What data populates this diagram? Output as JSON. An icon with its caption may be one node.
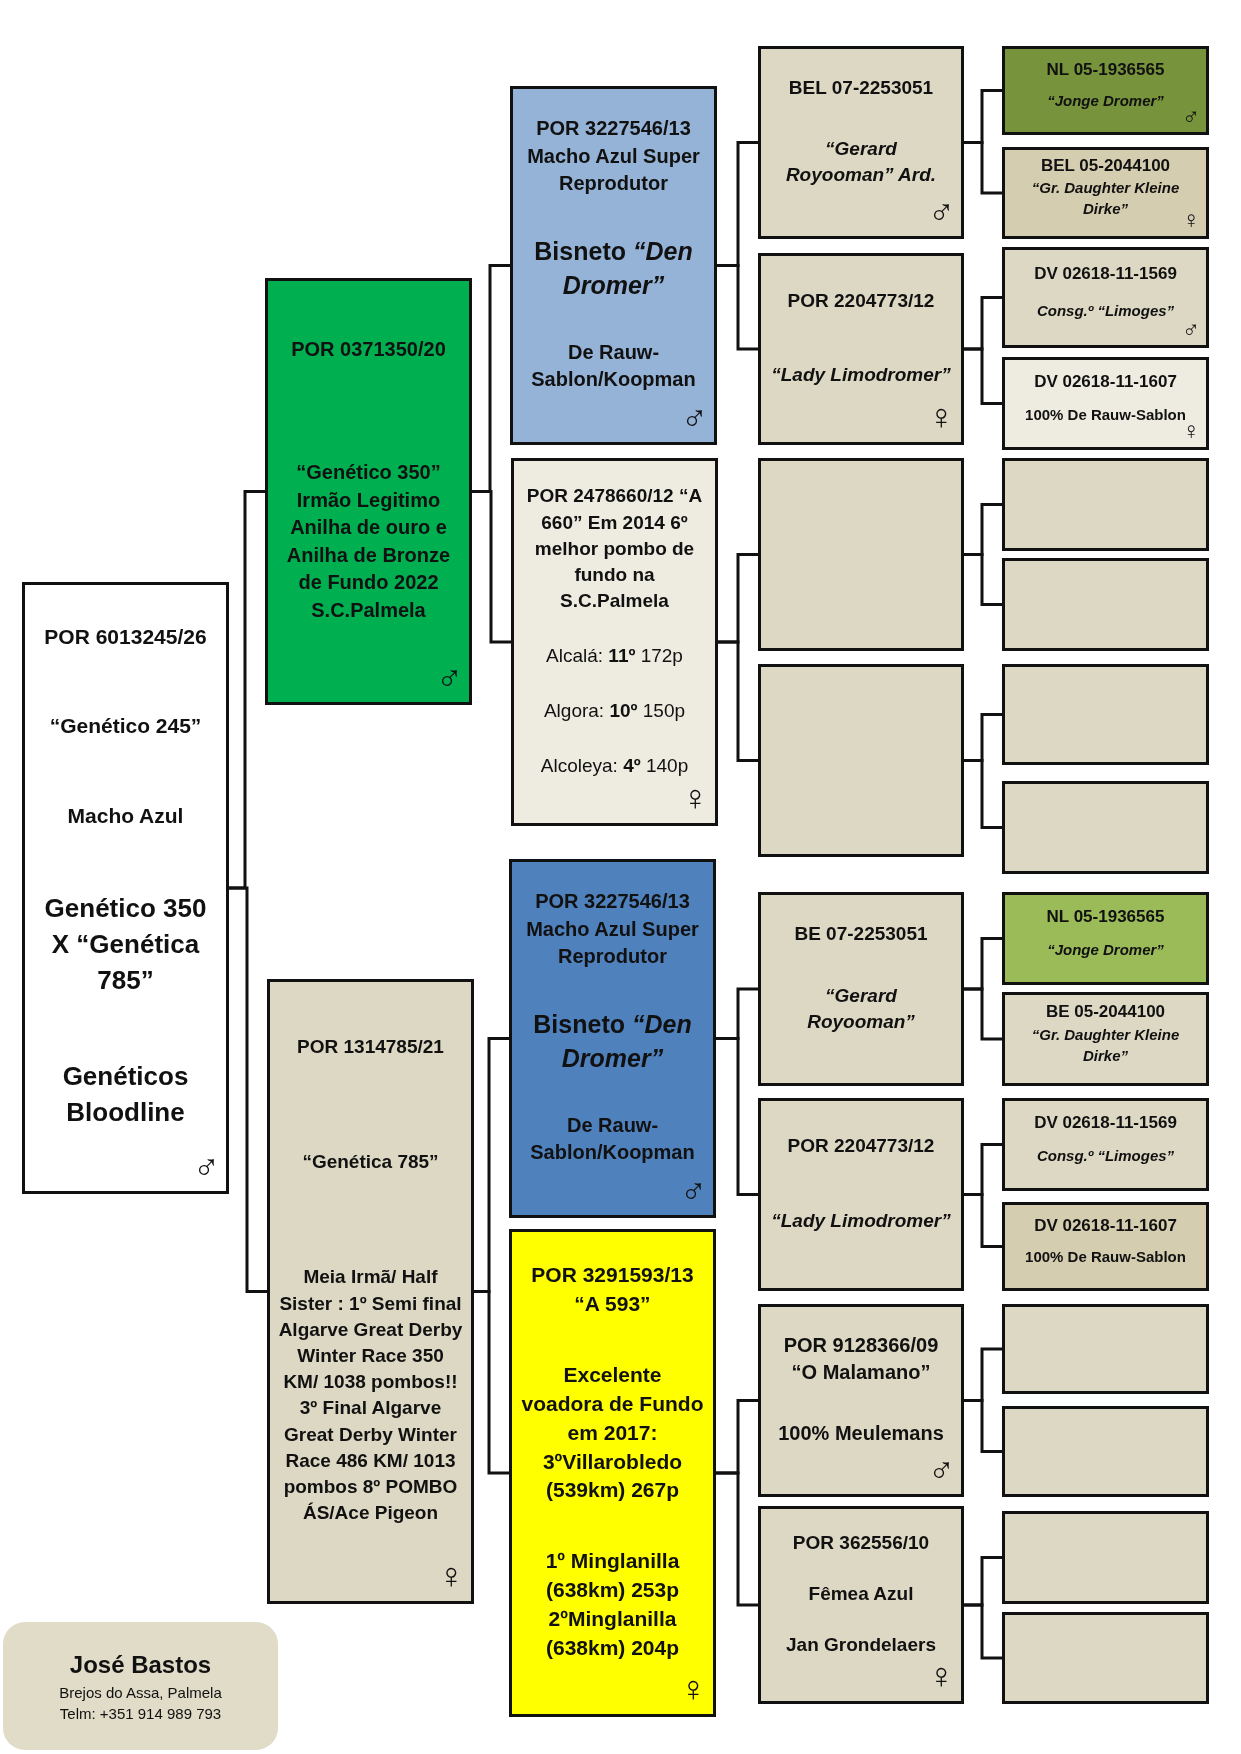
{
  "diagram": {
    "nodes": [
      {
        "text": [
          "POR 6013245/26",
          "“Genético 245”",
          "Macho Azul",
          "Genético 350 X “Genética 785”",
          "Genéticos Bloodline",
          "♂"
        ]
      },
      {
        "text": [
          "POR 0371350/20",
          "“Genético 350” Irmão Legitimo Anilha de ouro e Anilha de Bronze de Fundo 2022 S.C.Palmela",
          "♂"
        ]
      },
      {
        "text": [
          "POR 1314785/21",
          "“Genética 785”",
          "Meia Irmã/ Half Sister : 1º Semi final Algarve Great Derby Winter Race 350 KM/ 1038 pombos!! 3º Final Algarve Great Derby Winter Race 486 KM/ 1013 pombos 8º POMBO ÁS/Ace Pigeon",
          "♀"
        ]
      },
      {
        "text": [
          "POR 3227546/13 Macho Azul Super Reprodutor",
          "Bisneto *“Den Dromer”*",
          "De Rauw-Sablon/Koopman",
          "♂"
        ]
      },
      {
        "text": [
          "POR 2478660/12 “A 660” Em 2014 6º melhor pombo de fundo na S.C.Palmela",
          "Alcalá: **11º** 172p",
          "Algora: **10º** 150p",
          "Alcoleya: **4º** 140p",
          "♀"
        ]
      },
      {
        "text": [
          "POR 3227546/13 Macho Azul Super Reprodutor",
          "Bisneto *“Den Dromer”*",
          "De Rauw-Sablon/Koopman",
          "♂"
        ]
      },
      {
        "text": [
          "POR 3291593/13 “A 593”",
          "Excelente voadora de Fundo em 2017: 3ºVillarobledo (539km) 267p",
          "1º Minglanilla (638km) 253p 2ºMinglanilla (638km) 204p",
          "♀"
        ]
      },
      {
        "text": [
          "BEL 07-2253051",
          "“Gerard Royooman” Ard.",
          "♂"
        ]
      },
      {
        "text": [
          "POR 2204773/12",
          "“Lady Limodromer”",
          "♀"
        ]
      },
      {
        "text": [],
        "shape": "box"
      },
      {
        "text": [],
        "shape": "box"
      },
      {
        "text": [
          "BE 07-2253051",
          "“Gerard Royooman”"
        ]
      },
      {
        "text": [
          "POR 2204773/12",
          "“Lady Limodromer”"
        ]
      },
      {
        "text": [
          "POR 9128366/09 “O Malamano”",
          "100% Meulemans",
          "♂"
        ]
      },
      {
        "text": [
          "POR 362556/10",
          "Fêmea Azul",
          "Jan Grondelaers",
          "♀"
        ]
      },
      {
        "text": [
          "NL 05-1936565",
          "“Jonge Dromer”",
          "♂"
        ]
      },
      {
        "text": [
          "BEL 05-2044100",
          "“Gr. Daughter Kleine Dirke”",
          "♀"
        ]
      },
      {
        "text": [
          "DV 02618-11-1569",
          "Consg.º “Limoges”",
          "♂"
        ]
      },
      {
        "text": [
          "DV 02618-11-1607",
          "100% De Rauw-Sablon",
          "♀"
        ]
      },
      {
        "text": [],
        "shape": "box"
      },
      {
        "text": [],
        "shape": "box"
      },
      {
        "text": [],
        "shape": "box"
      },
      {
        "text": [],
        "shape": "box"
      },
      {
        "text": [
          "NL 05-1936565",
          "“Jonge Dromer”"
        ]
      },
      {
        "text": [
          "BE 05-2044100",
          "“Gr. Daughter Kleine Dirke”"
        ]
      },
      {
        "text": [
          "DV 02618-11-1569",
          "Consg.º “Limoges”"
        ]
      },
      {
        "text": [
          "DV 02618-11-1607",
          "100% De Rauw-Sablon"
        ]
      },
      {
        "text": [],
        "shape": "box"
      },
      {
        "text": [],
        "shape": "box"
      },
      {
        "text": [],
        "shape": "box"
      },
      {
        "text": [],
        "shape": "box"
      },
      {
        "text": [
          "José Bastos",
          "Brejos do Assa, Palmela",
          "Telm: +351 914 989 793"
        ]
      }
    ],
    "edges": [
      {
        "from": 0,
        "to": 1,
        "arrow": "none"
      },
      {
        "from": 0,
        "to": 2,
        "arrow": "none"
      },
      {
        "from": 1,
        "to": 3,
        "arrow": "none"
      },
      {
        "from": 1,
        "to": 4,
        "arrow": "none"
      },
      {
        "from": 2,
        "to": 5,
        "arrow": "none"
      },
      {
        "from": 2,
        "to": 6,
        "arrow": "none"
      },
      {
        "from": 3,
        "to": 7,
        "arrow": "none"
      },
      {
        "from": 3,
        "to": 8,
        "arrow": "none"
      },
      {
        "from": 4,
        "to": 9,
        "arrow": "none"
      },
      {
        "from": 4,
        "to": 10,
        "arrow": "none"
      },
      {
        "from": 5,
        "to": 11,
        "arrow": "none"
      },
      {
        "from": 5,
        "to": 12,
        "arrow": "none"
      },
      {
        "from": 6,
        "to": 13,
        "arrow": "none"
      },
      {
        "from": 6,
        "to": 14,
        "arrow": "none"
      },
      {
        "from": 7,
        "to": 15,
        "arrow": "none"
      },
      {
        "from": 7,
        "to": 16,
        "arrow": "none"
      },
      {
        "from": 8,
        "to": 17,
        "arrow": "none"
      },
      {
        "from": 8,
        "to": 18,
        "arrow": "none"
      },
      {
        "from": 9,
        "to": 19,
        "arrow": "none"
      },
      {
        "from": 9,
        "to": 20,
        "arrow": "none"
      },
      {
        "from": 10,
        "to": 21,
        "arrow": "none"
      },
      {
        "from": 10,
        "to": 22,
        "arrow": "none"
      },
      {
        "from": 11,
        "to": 23,
        "arrow": "none"
      },
      {
        "from": 11,
        "to": 24,
        "arrow": "none"
      },
      {
        "from": 12,
        "to": 25,
        "arrow": "none"
      },
      {
        "from": 12,
        "to": 26,
        "arrow": "none"
      },
      {
        "from": 13,
        "to": 27,
        "arrow": "none"
      },
      {
        "from": 13,
        "to": 28,
        "arrow": "none"
      },
      {
        "from": 14,
        "to": 29,
        "arrow": "none"
      },
      {
        "from": 14,
        "to": 30,
        "arrow": "none"
      }
    ]
  }
}
